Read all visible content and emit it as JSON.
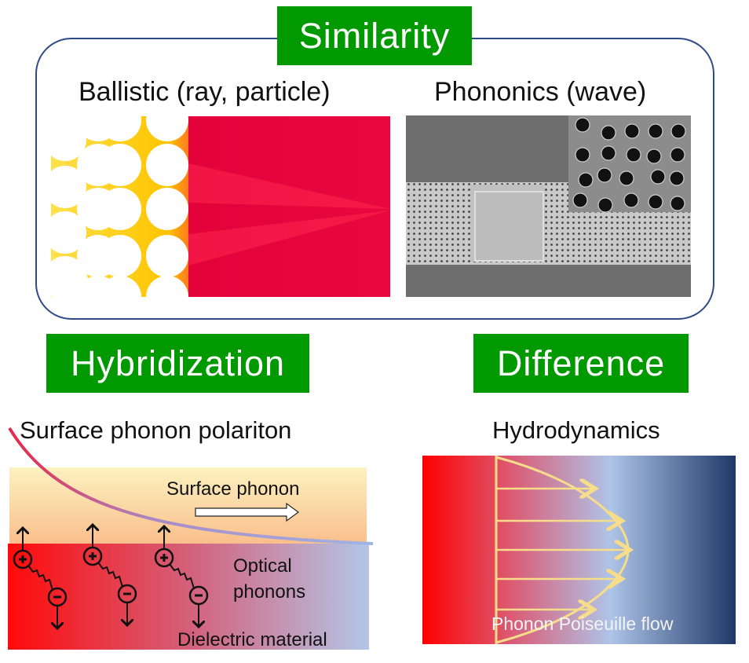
{
  "sections": {
    "similarity": "Similarity",
    "hybridization": "Hybridization",
    "difference": "Difference"
  },
  "similarity_panel": {
    "ballistic_title": "Ballistic (ray, particle)",
    "phononics_title": "Phononics (wave)"
  },
  "hybridization_panel": {
    "title": "Surface phonon polariton",
    "surface_phonon_label": "Surface phonon",
    "optical_phonons_label_line1": "Optical",
    "optical_phonons_label_line2": "phonons",
    "dielectric_label": "Dielectric material"
  },
  "difference_panel": {
    "title": "Hydrodynamics",
    "flow_label": "Phonon Poiseuille flow"
  },
  "colors": {
    "green": "#009a00",
    "frame": "#2f4a86",
    "red": "#ff0000",
    "light_blue": "#aec4e8",
    "navy": "#1f3868",
    "flow_lines": "#f7dc8a"
  }
}
